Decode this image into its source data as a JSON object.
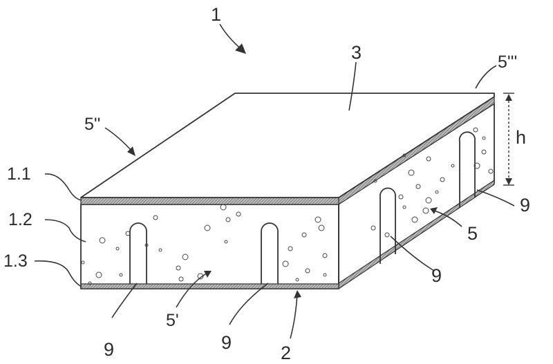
{
  "figure": {
    "labels": {
      "assembly": "1",
      "top_layer": "3",
      "corner_top_right": "5'''",
      "corner_top_left": "5''",
      "height": "h",
      "layer_1_1": "1.1",
      "layer_1_2": "1.2",
      "layer_1_3": "1.3",
      "channel_right_upper": "9",
      "side_face_right": "5",
      "channel_right_lower": "9",
      "channel_front_left": "9",
      "front_face": "5'",
      "channel_front_right": "9",
      "bottom": "2"
    },
    "colors": {
      "line": "#333333",
      "top_hatch_light": "#d6d6d6",
      "top_hatch_dark": "#6f6f6f",
      "stripe": "#8a8a8a",
      "face": "#ffffff"
    }
  }
}
